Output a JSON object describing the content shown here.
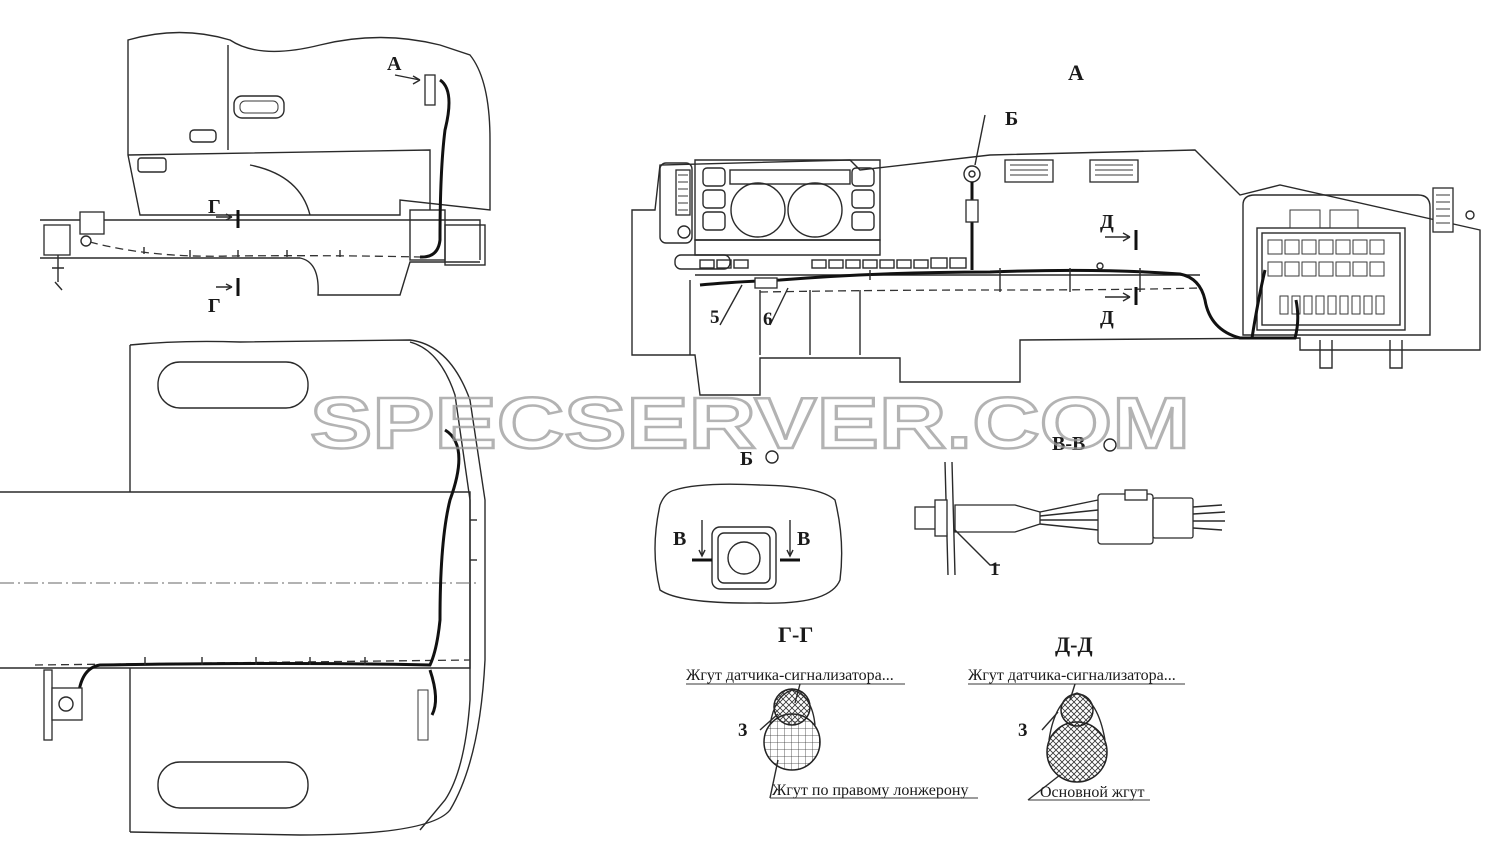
{
  "labels": {
    "A_side": "А",
    "A_view": "А",
    "B_top": "Б",
    "B_detail": "Б",
    "V_left": "В",
    "V_right": "В",
    "VV_section": "В-В",
    "G_top": "Г",
    "G_bottom": "Г",
    "GG_section": "Г-Г",
    "D_top": "Д",
    "D_bottom": "Д",
    "DD_section": "Д-Д",
    "n1": "1",
    "n3a": "3",
    "n3b": "3",
    "n5": "5",
    "n6": "6"
  },
  "captions": {
    "gg_harness": "Жгут датчика-сигнализатора...",
    "gg_main": "Жгут по правому лонжерону",
    "dd_harness": "Жгут датчика-сигнализатора...",
    "dd_main": "Основной жгут"
  },
  "watermark": "SPECSERVER.COM"
}
